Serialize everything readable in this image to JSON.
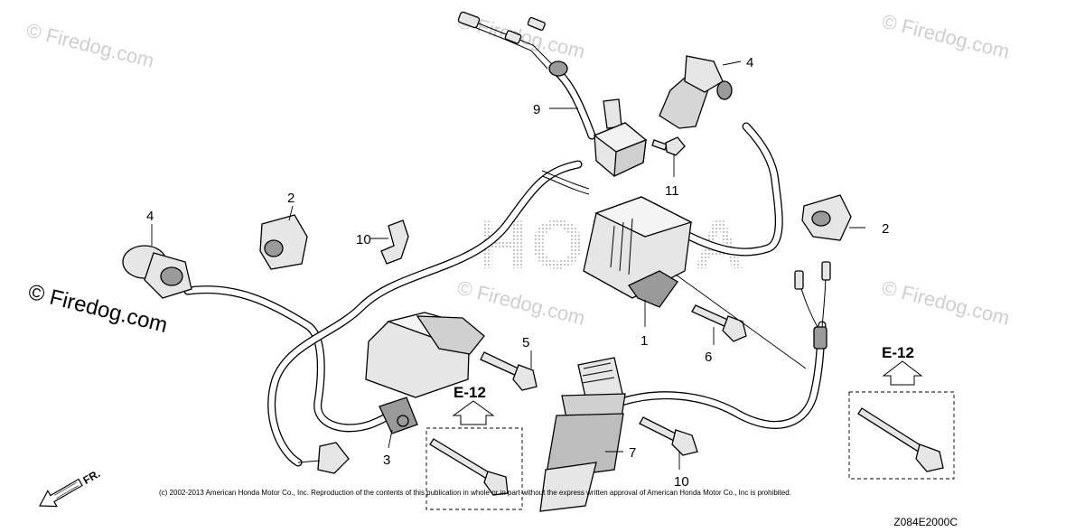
{
  "watermark": {
    "text": "© Firedog.com",
    "brand": "HONDA"
  },
  "callouts": [
    {
      "id": "c1",
      "label": "1"
    },
    {
      "id": "c2a",
      "label": "2"
    },
    {
      "id": "c2b",
      "label": "2"
    },
    {
      "id": "c3",
      "label": "3"
    },
    {
      "id": "c4a",
      "label": "4"
    },
    {
      "id": "c4b",
      "label": "4"
    },
    {
      "id": "c5",
      "label": "5"
    },
    {
      "id": "c6",
      "label": "6"
    },
    {
      "id": "c7",
      "label": "7"
    },
    {
      "id": "c9",
      "label": "9"
    },
    {
      "id": "c10a",
      "label": "10"
    },
    {
      "id": "c10b",
      "label": "10"
    },
    {
      "id": "c11",
      "label": "11"
    }
  ],
  "references": [
    {
      "id": "refA",
      "label": "E-12"
    },
    {
      "id": "refB",
      "label": "E-12"
    }
  ],
  "front_indicator": "FR.",
  "copyright": "(c) 2002-2013 American Honda Motor Co., Inc. Reproduction of the contents of this publication in whole or in part without the express written approval of American Honda Motor Co., Inc is prohibited.",
  "diagram_code": "Z084E2000C"
}
